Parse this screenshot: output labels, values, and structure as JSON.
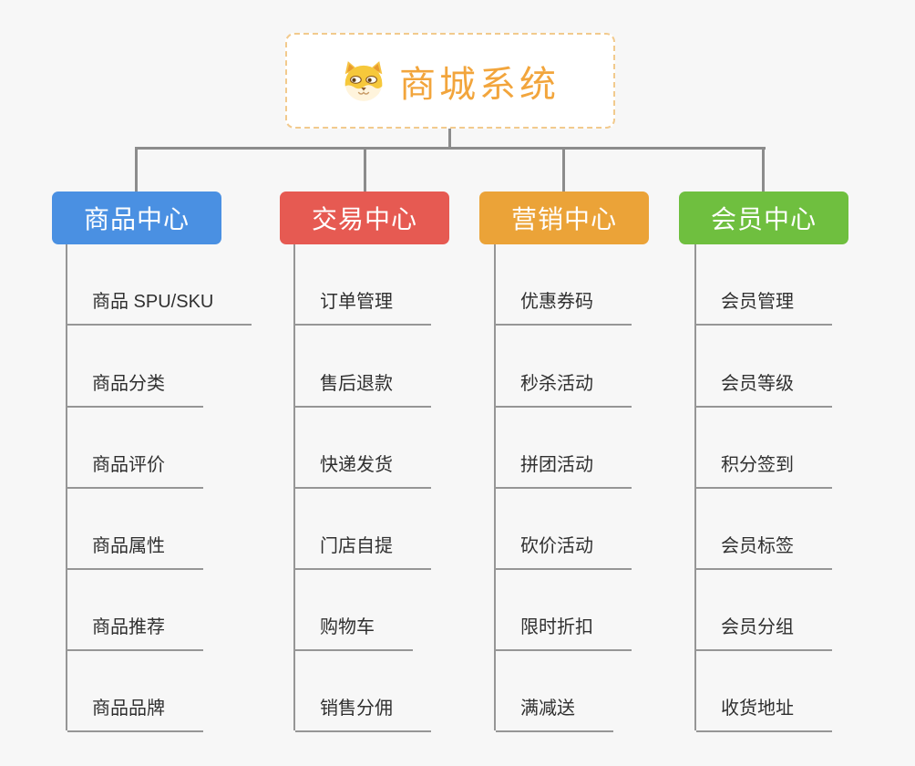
{
  "root": {
    "title": "商城系统",
    "icon": "dog-face-icon"
  },
  "branches": [
    {
      "label": "商品中心",
      "color": "#4A90E2",
      "children": [
        "商品 SPU/SKU",
        "商品分类",
        "商品评价",
        "商品属性",
        "商品推荐",
        "商品品牌"
      ]
    },
    {
      "label": "交易中心",
      "color": "#E65A52",
      "children": [
        "订单管理",
        "售后退款",
        "快递发货",
        "门店自提",
        "购物车",
        "销售分佣"
      ]
    },
    {
      "label": "营销中心",
      "color": "#EBA338",
      "children": [
        "优惠券码",
        "秒杀活动",
        "拼团活动",
        "砍价活动",
        "限时折扣",
        "满减送"
      ]
    },
    {
      "label": "会员中心",
      "color": "#6FBF3F",
      "children": [
        "会员管理",
        "会员等级",
        "积分签到",
        "会员标签",
        "会员分组",
        "收货地址"
      ]
    }
  ],
  "colors": {
    "background": "#F7F7F7",
    "connector_gray": "#8C8C8C",
    "child_line_gray": "#969696",
    "root_accent": "#F2A53C",
    "root_border": "#F2CA8D",
    "leaf_text": "#303030"
  }
}
